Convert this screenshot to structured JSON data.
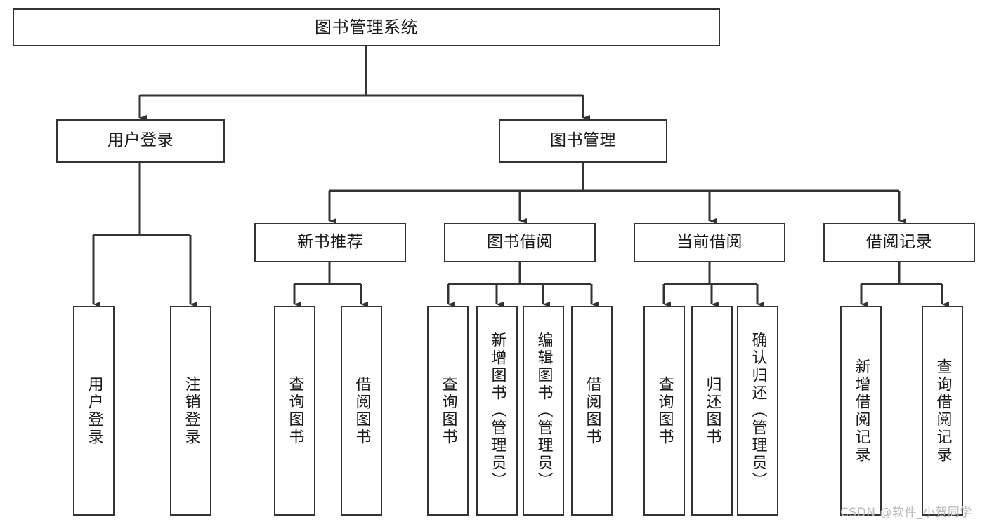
{
  "diagram": {
    "type": "tree-hierarchy",
    "title": "图书管理系统",
    "style": {
      "box_fill": "#ffffff",
      "box_stroke": "#333333",
      "line_color": "#333333",
      "text_color": "#1a1a1a",
      "background": "#ffffff",
      "watermark_color": "#b9b9b9"
    },
    "nodes": {
      "root": {
        "label": "图书管理系统",
        "level": 0
      },
      "l1": [
        {
          "id": "user-login",
          "label": "用户登录"
        },
        {
          "id": "book-manage",
          "label": "图书管理"
        }
      ],
      "l2": [
        {
          "id": "new-book-rec",
          "label": "新书推荐",
          "parent": "book-manage"
        },
        {
          "id": "book-borrow",
          "label": "图书借阅",
          "parent": "book-manage"
        },
        {
          "id": "current-borrow",
          "label": "当前借阅",
          "parent": "book-manage"
        },
        {
          "id": "borrow-record",
          "label": "借阅记录",
          "parent": "book-manage"
        }
      ],
      "leaves": [
        {
          "id": "leaf-user-login",
          "label": "用户登录",
          "parent": "user-login"
        },
        {
          "id": "leaf-user-logout",
          "label": "注销登录",
          "parent": "user-login"
        },
        {
          "id": "leaf-query-book-1",
          "label": "查询图书",
          "parent": "new-book-rec"
        },
        {
          "id": "leaf-borrow-book-1",
          "label": "借阅图书",
          "parent": "new-book-rec"
        },
        {
          "id": "leaf-query-book-2",
          "label": "查询图书",
          "parent": "book-borrow"
        },
        {
          "id": "leaf-add-book",
          "label": "新增图书（管理员）",
          "parent": "book-borrow"
        },
        {
          "id": "leaf-edit-book",
          "label": "编辑图书（管理员）",
          "parent": "book-borrow"
        },
        {
          "id": "leaf-borrow-book-2",
          "label": "借阅图书",
          "parent": "book-borrow"
        },
        {
          "id": "leaf-query-book-3",
          "label": "查询图书",
          "parent": "current-borrow"
        },
        {
          "id": "leaf-return-book",
          "label": "归还图书",
          "parent": "current-borrow"
        },
        {
          "id": "leaf-confirm-return",
          "label": "确认归还（管理员）",
          "parent": "current-borrow"
        },
        {
          "id": "leaf-add-record",
          "label": "新增借阅记录",
          "parent": "borrow-record"
        },
        {
          "id": "leaf-query-record",
          "label": "查询借阅记录",
          "parent": "borrow-record"
        }
      ]
    },
    "watermark": "CSDN @软件_小贺同学"
  }
}
